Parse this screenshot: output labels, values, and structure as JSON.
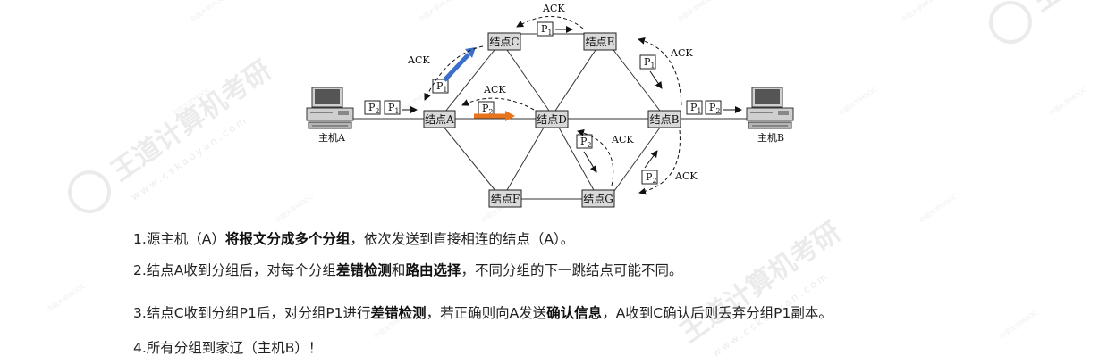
{
  "diagram": {
    "nodes": {
      "A": "结点A",
      "B": "结点B",
      "C": "结点C",
      "D": "结点D",
      "E": "结点E",
      "F": "结点F",
      "G": "结点G"
    },
    "hosts": {
      "A": "主机A",
      "B": "主机B"
    },
    "packets": {
      "p1": "P",
      "p1_sub": "1",
      "p2": "P",
      "p2_sub": "2"
    },
    "ack": "ACK",
    "colors": {
      "blue_arrow": "#3b6fc9",
      "orange_arrow": "#e8741e",
      "node_fill": "#d9d9d9"
    }
  },
  "steps": [
    {
      "n": "1.",
      "parts": [
        "源主机（A）",
        "将报文分成多个分组",
        "，依次发送到直接相连的结点（A）。"
      ]
    },
    {
      "n": "2.",
      "parts": [
        "结点A收到分组后，对每个分组",
        "差错检测",
        "和",
        "路由选择",
        "，不同分组的下一跳结点可能不同。"
      ]
    },
    {
      "n": "3.",
      "parts": [
        "结点C收到分组P1后，对分组P1进行",
        "差错检测",
        "，若正确则向A发送",
        "确认信息",
        "，A收到C确认后则丢弃分组P1副本。"
      ]
    },
    {
      "n": "4.",
      "parts": [
        "所有分组到家辽（主机B）！"
      ]
    }
  ],
  "watermark": {
    "brand": "王道计算机考研",
    "url": "www.cskaoyan.com",
    "mooc": "中国大学MOOC"
  }
}
